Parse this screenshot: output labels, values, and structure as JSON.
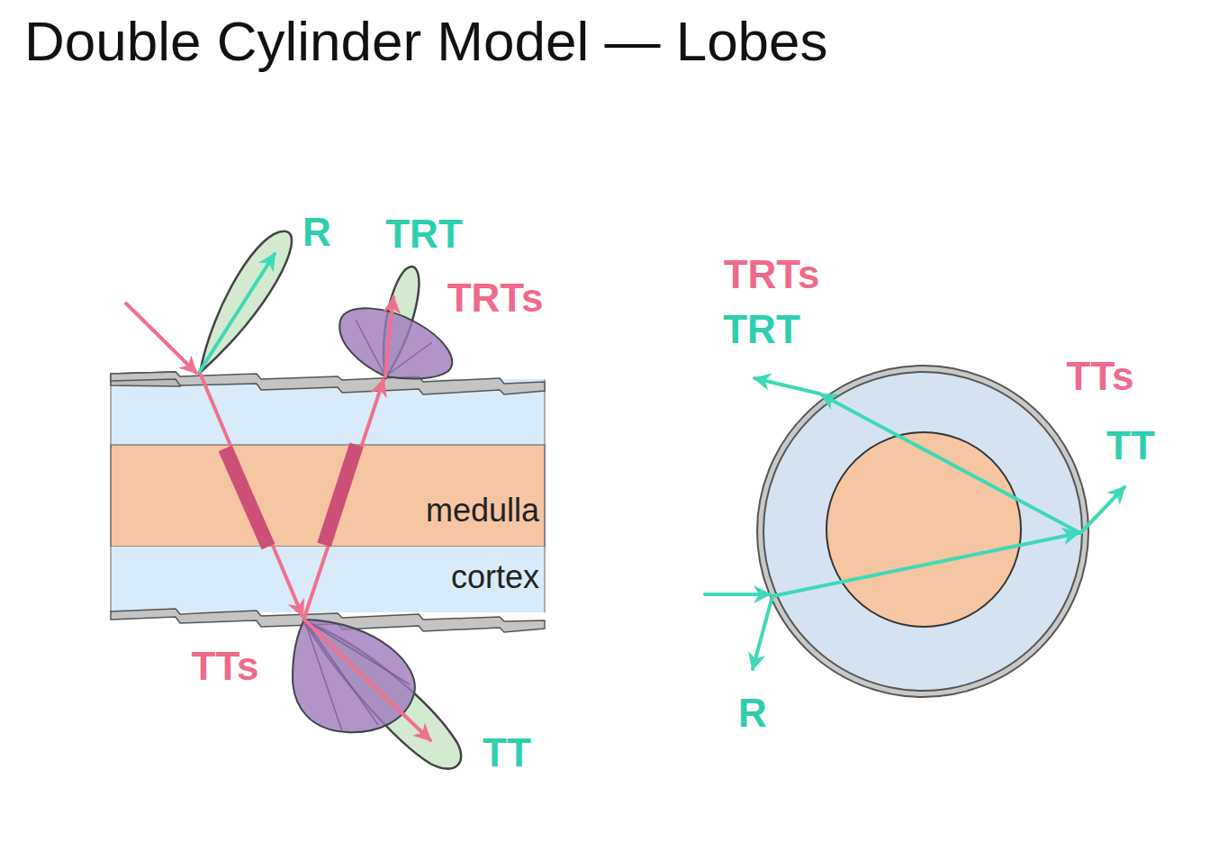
{
  "diagram": {
    "title": "Double Cylinder Model — Lobes",
    "nodes": [
      {
        "text": [
          "medulla"
        ]
      },
      {
        "text": [
          "cortex"
        ]
      }
    ],
    "labels": [
      "R",
      "TRT",
      "TRTs",
      "TTs",
      "TT",
      "TRTs",
      "TRT",
      "TTs",
      "TT",
      "R"
    ]
  }
}
